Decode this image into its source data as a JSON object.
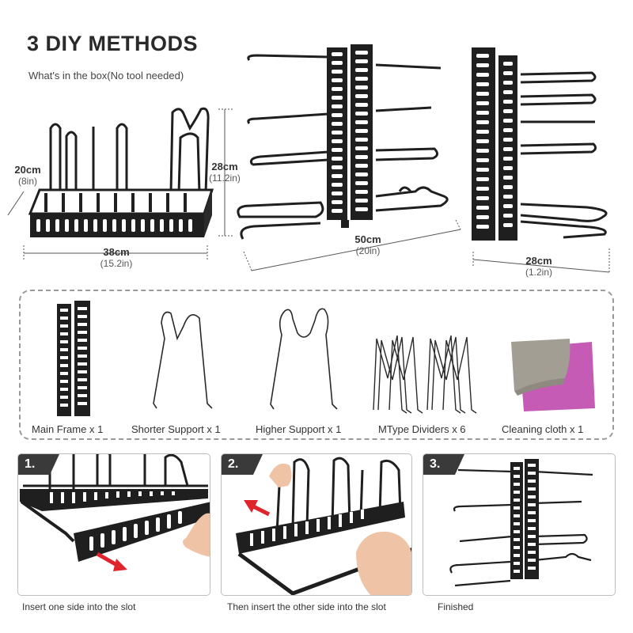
{
  "header": {
    "title": "3 DIY METHODS",
    "subtitle": "What's in the box(No tool needed)"
  },
  "dimensions": {
    "base_width": {
      "cm": "38cm",
      "inch": "(15.2in)"
    },
    "base_depth": {
      "cm": "20cm",
      "inch": "(8in)"
    },
    "base_height": {
      "cm": "28cm",
      "inch": "(11.2in)"
    },
    "vertical_length": {
      "cm": "50cm",
      "inch": "(20in)"
    },
    "vertical_depth": {
      "cm": "28cm",
      "inch": "(1.2in)"
    }
  },
  "box_items": [
    {
      "label": "Main Frame x 1",
      "icon": "main-frame"
    },
    {
      "label": "Shorter Support x 1",
      "icon": "shorter-support"
    },
    {
      "label": "Higher Support x 1",
      "icon": "higher-support"
    },
    {
      "label": "MType Dividers x 6",
      "icon": "mtype-dividers"
    },
    {
      "label": "Cleaning cloth x 1",
      "icon": "cleaning-cloth"
    }
  ],
  "steps": [
    {
      "number": "1.",
      "caption": "Insert one side into the slot"
    },
    {
      "number": "2.",
      "caption": "Then insert the other side into the slot"
    },
    {
      "number": "3.",
      "caption": "Finished"
    }
  ],
  "colors": {
    "rack": "#1f1f1f",
    "arrow": "#e0242c",
    "cloth_gray": "#a39e93",
    "cloth_purple": "#c65bb5",
    "skin": "#efc4a6"
  }
}
